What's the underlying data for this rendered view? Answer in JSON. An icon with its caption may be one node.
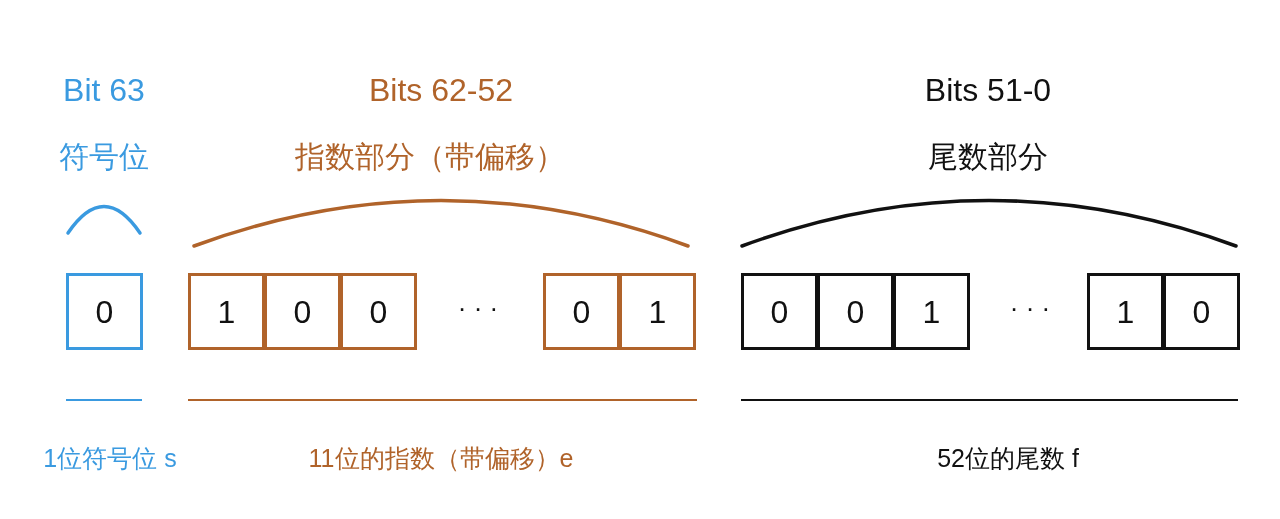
{
  "diagram": {
    "nodes": [
      {
        "text": [
          "0"
        ]
      },
      {
        "text": [
          "1"
        ]
      },
      {
        "text": [
          "0"
        ]
      },
      {
        "text": [
          "0"
        ]
      },
      {
        "text": [
          "0"
        ]
      },
      {
        "text": [
          "1"
        ]
      },
      {
        "text": [
          "0"
        ]
      },
      {
        "text": [
          "0"
        ]
      },
      {
        "text": [
          "1"
        ]
      },
      {
        "text": [
          "1"
        ]
      },
      {
        "text": [
          "0"
        ]
      }
    ],
    "edges": [],
    "labels": [
      "Bit 63",
      "符号位",
      "Bits 62-52",
      "指数部分（带偏移）",
      "Bits 51-0",
      "尾数部分",
      "· · ·",
      "· · ·",
      "1位符号位 s",
      "11位的指数（带偏移）e",
      "52位的尾数 f"
    ]
  }
}
